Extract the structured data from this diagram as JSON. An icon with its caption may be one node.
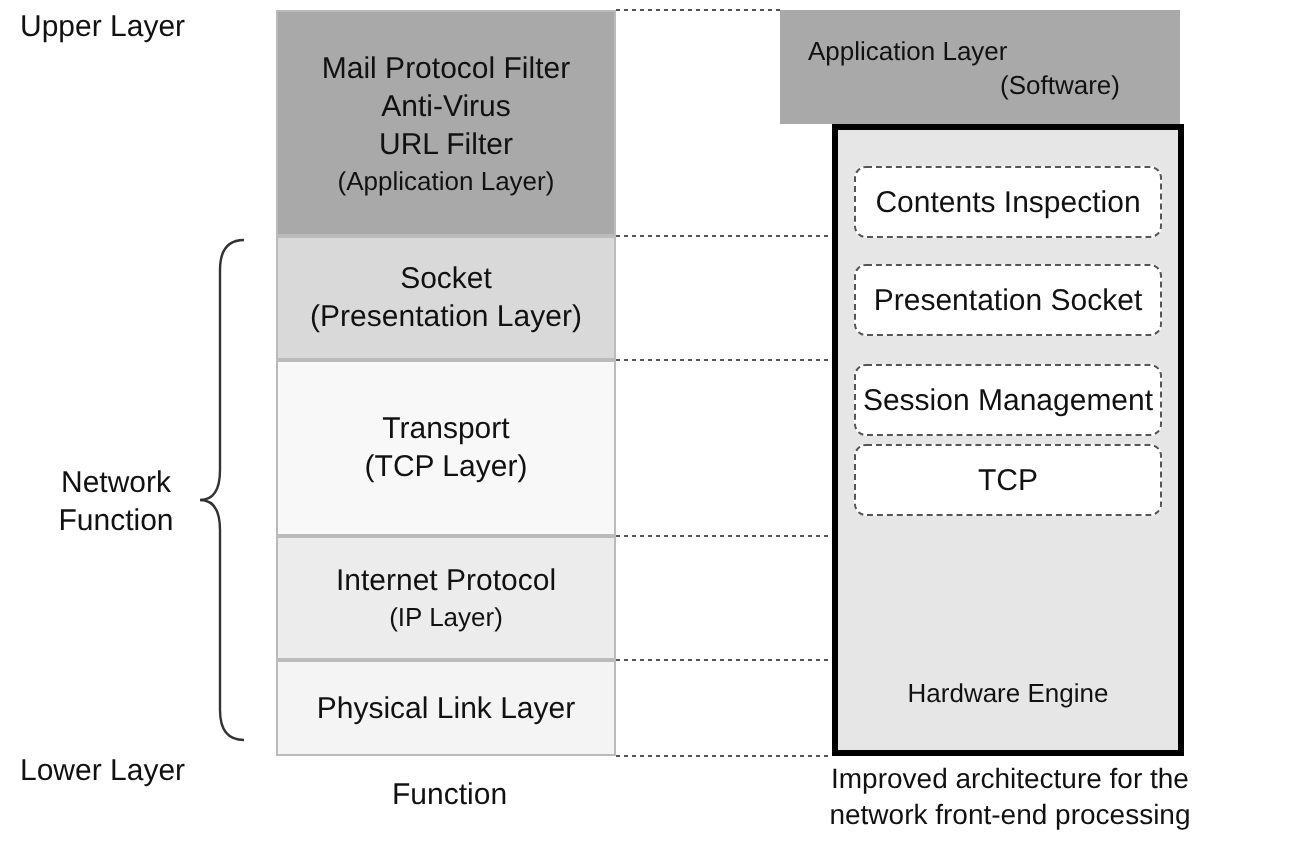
{
  "diagram": {
    "nodes": [
      {
        "text": [
          "Mail Protocol Filter",
          "Anti-Virus",
          "URL Filter",
          "(Application Layer)"
        ]
      },
      {
        "text": [
          "Socket",
          "(Presentation Layer)"
        ]
      },
      {
        "text": [
          "Transport",
          "(TCP Layer)"
        ]
      },
      {
        "text": [
          "Internet Protocol",
          "(IP Layer)"
        ]
      },
      {
        "text": [
          "Physical Link Layer"
        ]
      },
      {
        "text": [
          "Application Layer",
          "(Software)"
        ]
      },
      {
        "text": [
          "Hardware Engine"
        ]
      },
      {
        "text": [
          "Contents Inspection"
        ],
        "in": 6
      },
      {
        "text": [
          "Presentation Socket"
        ],
        "in": 6
      },
      {
        "text": [
          "Session Management"
        ],
        "in": 6
      },
      {
        "text": [
          "TCP"
        ],
        "in": 6
      }
    ],
    "edges": [],
    "labels": [
      "Upper Layer",
      "Network Function",
      "Lower Layer",
      "Function",
      "Improved architecture for the network front-end processing"
    ]
  }
}
